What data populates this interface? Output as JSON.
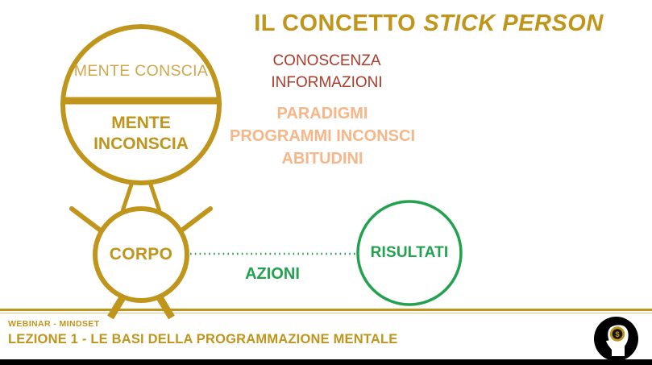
{
  "title": {
    "regular": "IL CONCETTO",
    "italic": "STICK PERSON"
  },
  "stick_person": {
    "conscious": "MENTE CONSCIA",
    "subconscious": "MENTE\nINCONSCIA",
    "body": "CORPO"
  },
  "labels": {
    "knowledge": "CONOSCENZA\nINFORMAZIONI",
    "paradigms": "PARADIGMI\nPROGRAMMI INCONSCI\nABITUDINI",
    "actions": "AZIONI",
    "results": "RISULTATI"
  },
  "footer": {
    "kicker": "WEBINAR - MINDSET",
    "lesson": "LEZIONE 1 - LE BASI DELLA PROGRAMMAZIONE MENTALE"
  },
  "logo": {
    "icon": "brain-dollar-head-logo",
    "dollar": "$"
  },
  "colors": {
    "gold": "#BF951C",
    "gold_light": "#CFA94F",
    "dark_red": "#AC3B2A",
    "peach": "#F7B687",
    "green": "#22A24E",
    "background": "#FFFFFF",
    "bottom_bar": "#000000"
  }
}
